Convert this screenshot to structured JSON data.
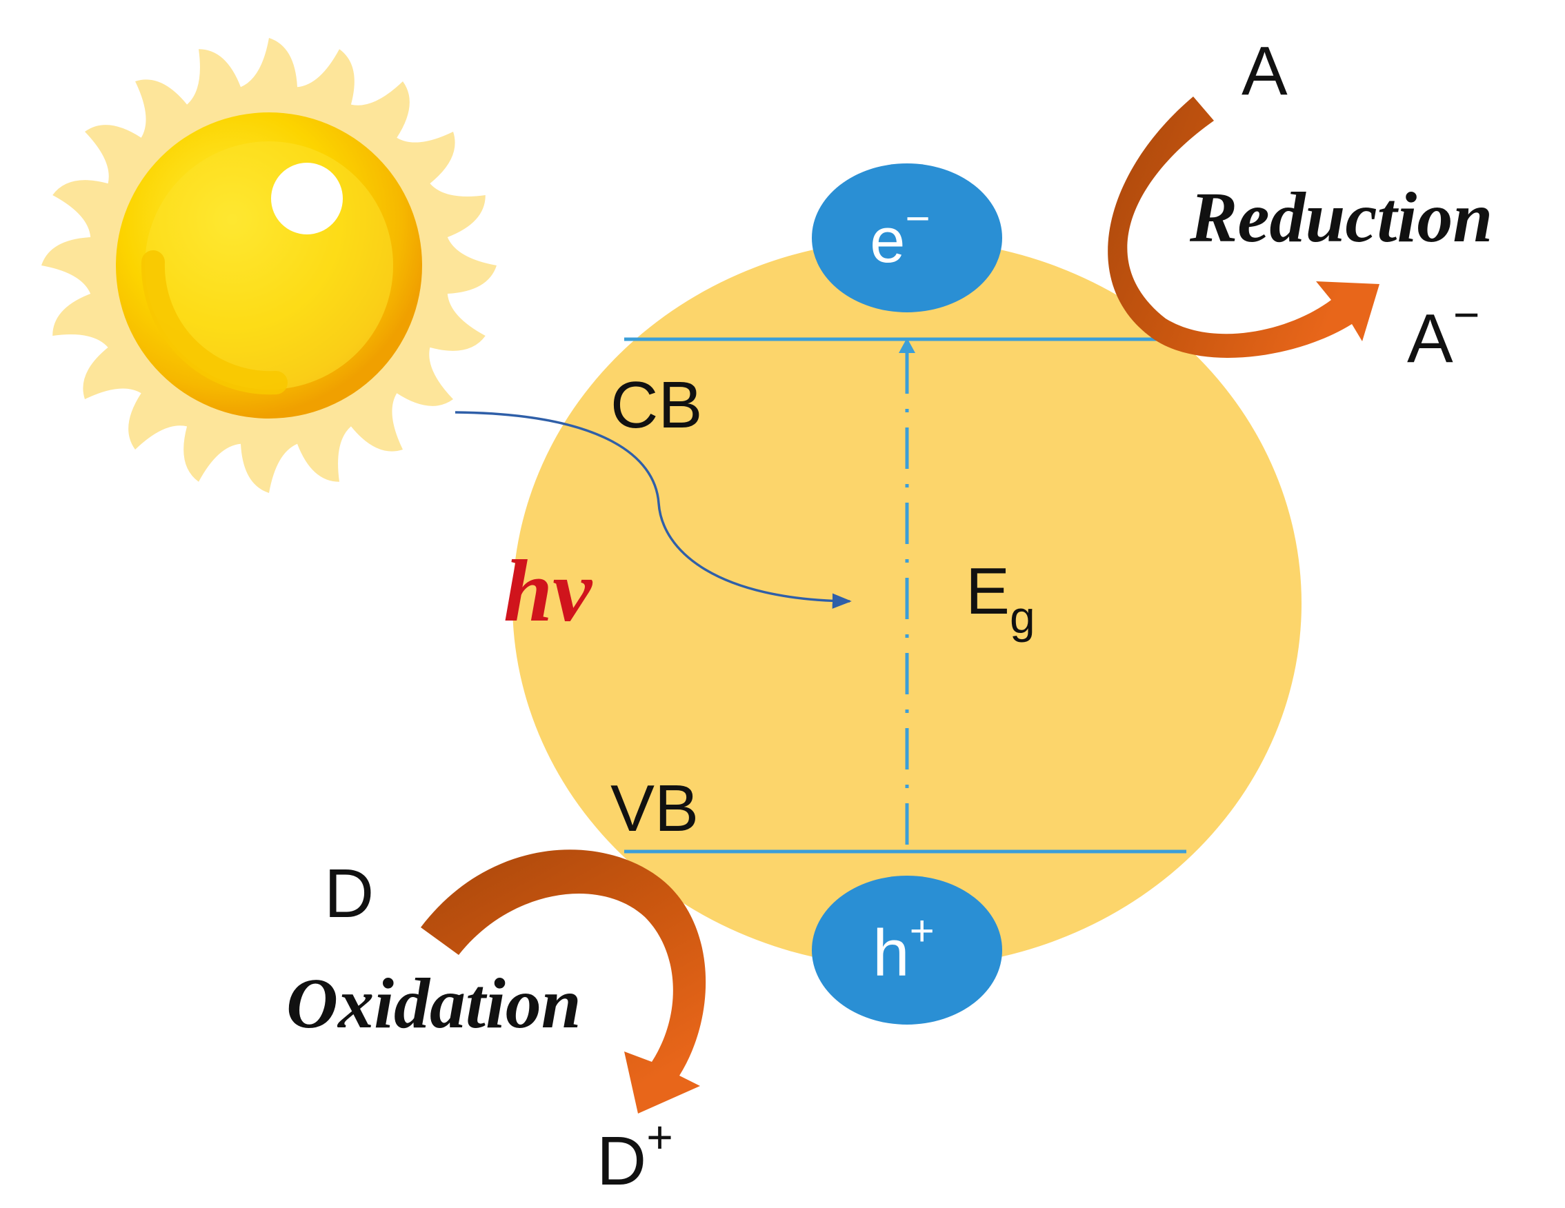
{
  "labels": {
    "electron_main": "e",
    "electron_sup": "−",
    "hole_main": "h",
    "hole_sup": "+",
    "conduction_band": "CB",
    "valence_band": "VB",
    "photon": "hv",
    "bandgap_main": "E",
    "bandgap_sub": "g",
    "acceptor": "A",
    "acceptor_ion_main": "A",
    "acceptor_ion_sup": "−",
    "donor": "D",
    "donor_ion_main": "D",
    "donor_ion_sup": "+",
    "reduction": "Reduction",
    "oxidation": "Oxidation"
  },
  "colors": {
    "particle": "#fcd56b",
    "band_line": "#3b9ed8",
    "charge_carrier": "#2a8fd4",
    "arrow_dark": "#b9560f",
    "arrow_light": "#e0621a",
    "photon_text": "#d0141c",
    "photon_path": "#2f5fa8",
    "sun_core": "#f6c400",
    "sun_rays": "#fde59a"
  },
  "icons": [
    "sun-icon"
  ]
}
